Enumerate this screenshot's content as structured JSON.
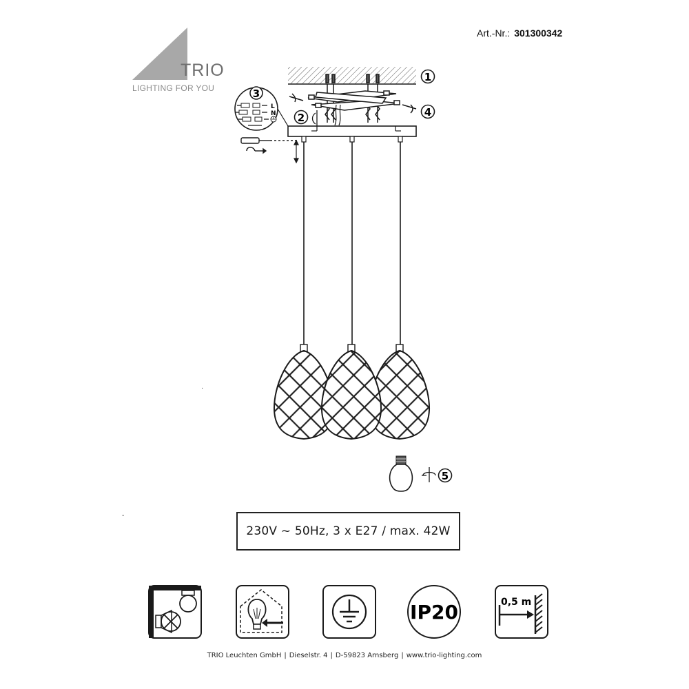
{
  "brand": {
    "name": "TRIO",
    "tagline": "LIGHTING FOR YOU"
  },
  "article": {
    "label": "Art.-Nr.:",
    "number": "301300342"
  },
  "steps": {
    "s1": "1",
    "s2": "2",
    "s3": "3",
    "s4": "4",
    "s5": "5"
  },
  "wiring": {
    "live": "L",
    "neutral": "N"
  },
  "spec": {
    "text": "230V ~ 50Hz, 3 x E27  / max. 42W"
  },
  "icons": {
    "ip_rating": "IP20",
    "distance": "0,5 m"
  },
  "footer": {
    "company": "TRIO Leuchten GmbH",
    "street": "Dieselstr. 4",
    "city": "D-59823 Arnsberg",
    "web": "www.trio-lighting.com"
  },
  "colors": {
    "logo_gray": "#a8a8a8",
    "line": "#1a1a1a"
  }
}
